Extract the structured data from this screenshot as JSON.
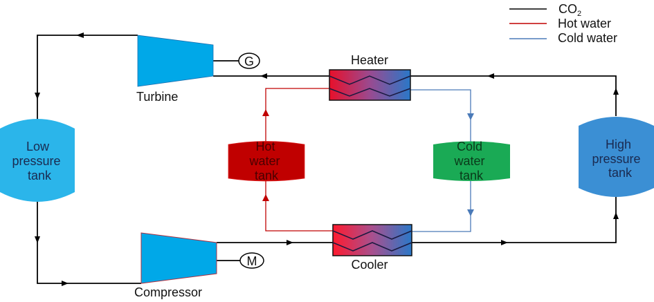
{
  "legend": {
    "items": [
      {
        "label": "CO",
        "sub": "2",
        "color": "#000000"
      },
      {
        "label": "Hot water",
        "color": "#c00000"
      },
      {
        "label": "Cold water",
        "color": "#4a7ab8"
      }
    ]
  },
  "components": {
    "turbine": {
      "label": "Turbine",
      "color": "#00a8e8"
    },
    "compressor": {
      "label": "Compressor",
      "color": "#00a8e8"
    },
    "generator": {
      "symbol": "G"
    },
    "motor": {
      "symbol": "M"
    },
    "heater": {
      "label": "Heater"
    },
    "cooler": {
      "label": "Cooler"
    },
    "low_pressure_tank": {
      "lines": [
        "Low",
        "pressure",
        "tank"
      ],
      "color": "#2bb5ea"
    },
    "high_pressure_tank": {
      "lines": [
        "High",
        "pressure",
        "tank"
      ],
      "color": "#3b8fd4"
    },
    "hot_water_tank": {
      "lines": [
        "Hot",
        "water",
        "tank"
      ],
      "color": "#c00000"
    },
    "cold_water_tank": {
      "lines": [
        "Cold",
        "water",
        "tank"
      ],
      "color": "#1aaa55"
    }
  },
  "colors": {
    "co2": "#000000",
    "hot_water": "#c00000",
    "cold_water": "#4a7ab8",
    "hx_hot": "#e8102a",
    "hx_cold": "#2a78c8"
  }
}
